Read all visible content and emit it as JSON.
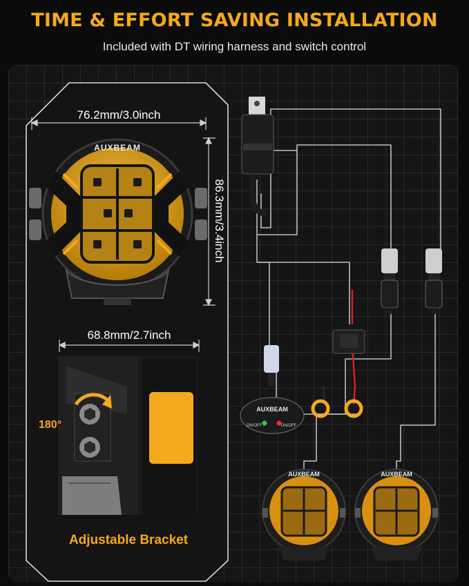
{
  "header": {
    "title": "TIME & EFFORT SAVING INSTALLATION",
    "subtitle": "Included with DT wiring harness and switch control"
  },
  "dimensions": {
    "width": "76.2mm/3.0inch",
    "height": "86.3mm/3.4inch",
    "bracket_width": "68.8mm/2.7inch"
  },
  "bracket": {
    "rotation": "180°",
    "caption": "Adjustable Bracket"
  },
  "brand": {
    "logo_text": "AUXBEAM"
  },
  "switch": {
    "brand": "AUXBEAM",
    "left_label": "ON/OFF",
    "right_label": "ON/OFF",
    "left_led_color": "#2fd34a",
    "right_led_color": "#ff2a2a"
  },
  "colors": {
    "accent": "#f5a91c",
    "lens": "#e9a510",
    "wire_red": "#e0201c"
  }
}
